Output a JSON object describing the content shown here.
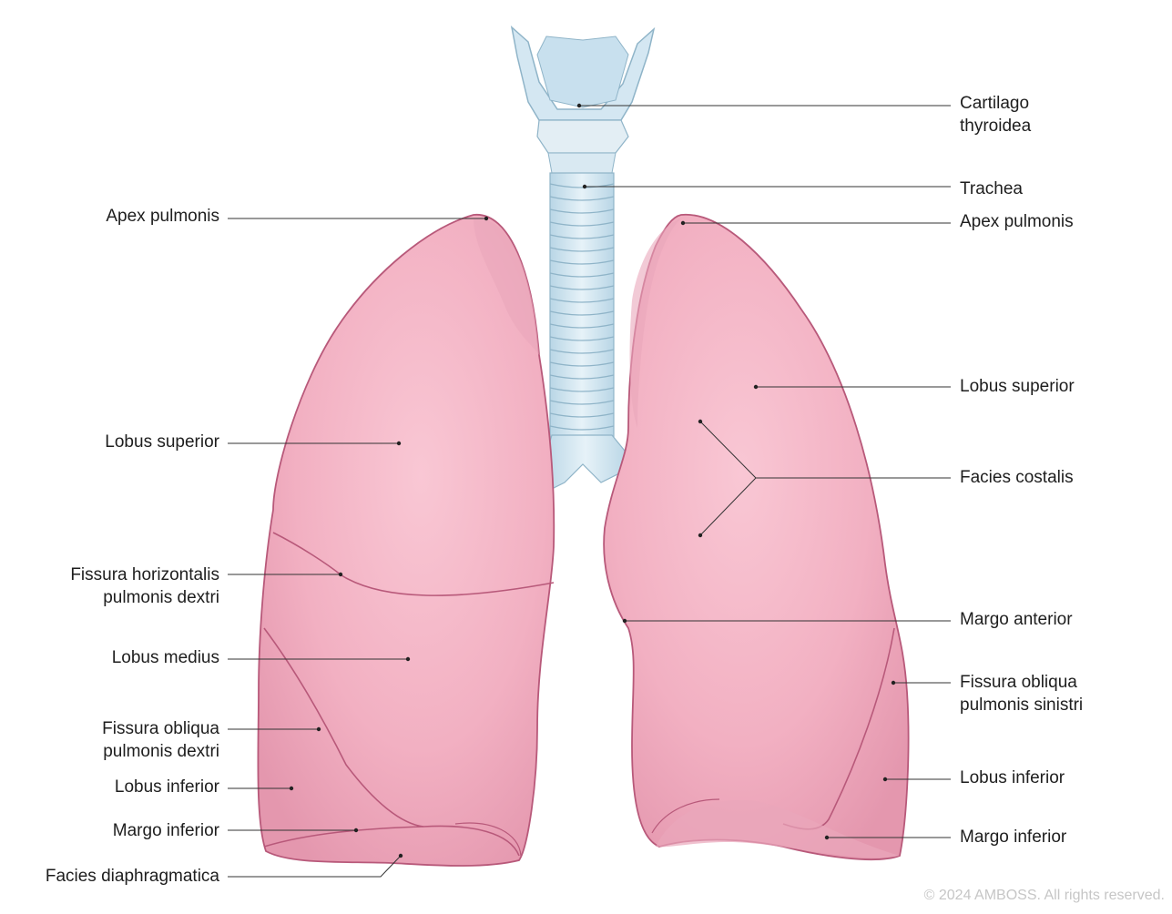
{
  "labels": {
    "cartilago_thyroidea": [
      "Cartilago",
      "thyroidea"
    ],
    "trachea": "Trachea",
    "apex_left": "Apex pulmonis",
    "apex_right": "Apex pulmonis",
    "lobus_superior_left": "Lobus superior",
    "lobus_superior_right": "Lobus superior",
    "facies_costalis": "Facies costalis",
    "fissura_horizontalis": [
      "Fissura horizontalis",
      "pulmonis dextri"
    ],
    "margo_anterior": "Margo anterior",
    "lobus_medius": "Lobus medius",
    "fissura_obliqua_sinistri": [
      "Fissura obliqua",
      "pulmonis sinistri"
    ],
    "fissura_obliqua_dextri": [
      "Fissura obliqua",
      "pulmonis dextri"
    ],
    "lobus_inferior_left": "Lobus inferior",
    "lobus_inferior_right": "Lobus inferior",
    "margo_inferior_left": "Margo inferior",
    "margo_inferior_right": "Margo inferior",
    "facies_diaphragmatica": "Facies diaphragmatica"
  },
  "copyright": "© 2024 AMBOSS. All rights reserved.",
  "colors": {
    "lung_fill": "#f2b3c4",
    "lung_stroke": "#b8597a",
    "trachea_fill": "#d6e8f2",
    "trachea_stroke": "#8fb4c8",
    "leader_line": "#333333"
  }
}
